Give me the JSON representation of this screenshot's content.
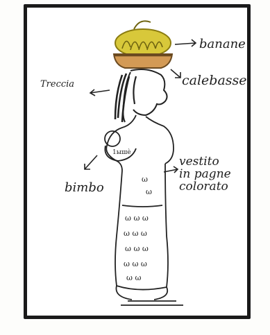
{
  "labels": {
    "banane": "banane",
    "calebasse": "calebasse",
    "treccia": "Treccia",
    "bimbo": "bimbo",
    "vestito_line1": "vestito",
    "vestito_line2": "in pagne",
    "vestito_line3": "colorato"
  },
  "caption": "",
  "colors": {
    "frame": "#1a1a1a",
    "bananas": "#d8c83a",
    "banana_stroke": "#8a7b10",
    "calabash": "#d39a55",
    "calabash_stroke": "#6b4a20",
    "ink": "#222222"
  }
}
